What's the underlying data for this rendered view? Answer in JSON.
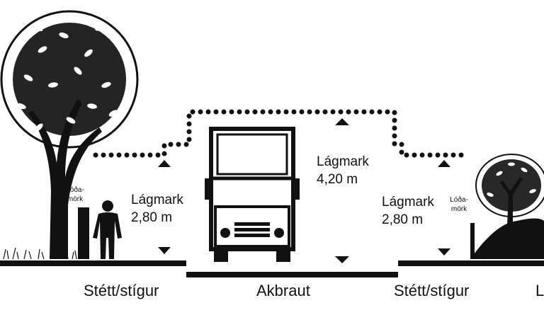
{
  "clearances": {
    "left_sidewalk": {
      "title": "Lágmark",
      "value": "2,80 m"
    },
    "roadway": {
      "title": "Lágmark",
      "value": "4,20 m"
    },
    "right_sidewalk": {
      "title": "Lágmark",
      "value": "2,80 m"
    }
  },
  "signs": {
    "left": {
      "line1": "Lóða-",
      "line2": "mörk"
    },
    "right": {
      "line1": "Lóða-",
      "line2": "mörk"
    }
  },
  "sections": {
    "left_sidewalk": "Stétt/stígur",
    "roadway": "Akbraut",
    "right_sidewalk": "Stétt/stígur",
    "cut_off_right": "L"
  },
  "colors": {
    "ink": "#111111",
    "background": "#ffffff"
  }
}
